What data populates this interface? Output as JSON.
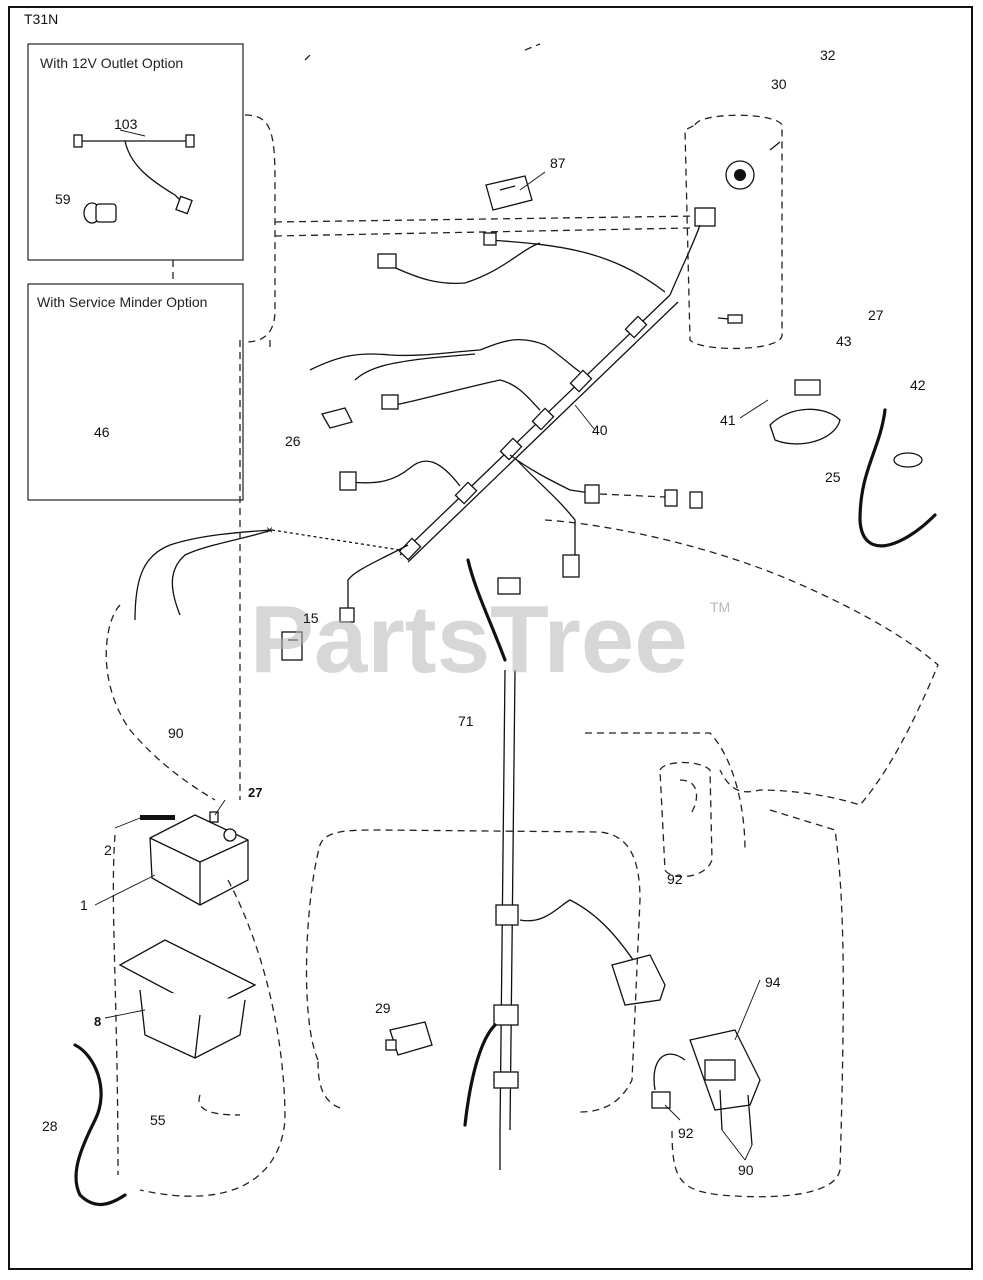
{
  "diagram": {
    "code": "T31N",
    "inset_12v_title": "With 12V Outlet Option",
    "inset_service_title": "With Service Minder Option",
    "watermark": "PartsTree",
    "watermark_tm": "TM",
    "labels": {
      "p1": "1",
      "p2": "2",
      "p8": "8",
      "p15": "15",
      "p25": "25",
      "p26": "26",
      "p27a": "27",
      "p27b": "27",
      "p28": "28",
      "p29": "29",
      "p30": "30",
      "p32": "32",
      "p40": "40",
      "p41": "41",
      "p42": "42",
      "p43": "43",
      "p46": "46",
      "p55": "55",
      "p59": "59",
      "p71": "71",
      "p87": "87",
      "p90a": "90",
      "p90b": "90",
      "p92a": "92",
      "p92b": "92",
      "p94": "94",
      "p103": "103"
    }
  }
}
